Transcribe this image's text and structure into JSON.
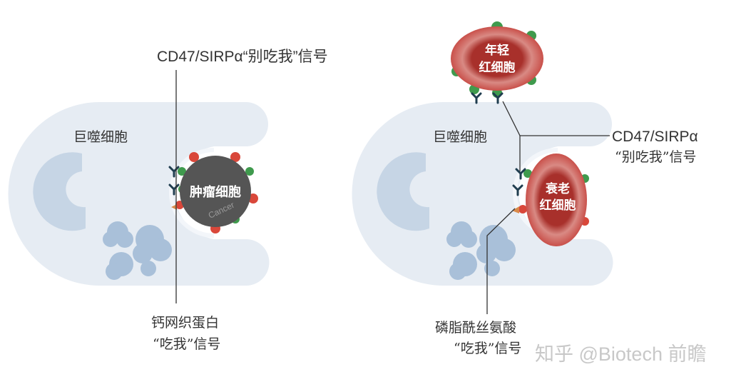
{
  "left_panel": {
    "macrophage_label": "巨噬细胞",
    "tumor_label": "肿瘤细胞",
    "cancer_text": "Cancer",
    "dont_eat_signal": "CD47/SIRPα“别吃我”信号",
    "eat_me_molecule": "钙网织蛋白",
    "eat_me_signal": "“吃我”信号"
  },
  "right_panel": {
    "macrophage_label": "巨噬细胞",
    "young_rbc_line1": "年轻",
    "young_rbc_line2": "红细胞",
    "old_rbc_line1": "衰老",
    "old_rbc_line2": "红细胞",
    "dont_eat_line1": "CD47/SIRPα",
    "dont_eat_line2": "“别吃我”信号",
    "eat_me_molecule": "磷脂酰丝氨酸",
    "eat_me_signal": "“吃我”信号"
  },
  "watermark": "知乎 @Biotech 前瞻",
  "colors": {
    "macrophage": "#e6ecf3",
    "nucleus": "#c6d5e5",
    "granule": "#a9c0d9",
    "tumor": "#555555",
    "cd47": "#3f9a4d",
    "calreticulin": "#d9473a",
    "sirpa": "#1f3d4f",
    "rbc": "#c9504a",
    "rbc_core": "#a8302b"
  }
}
